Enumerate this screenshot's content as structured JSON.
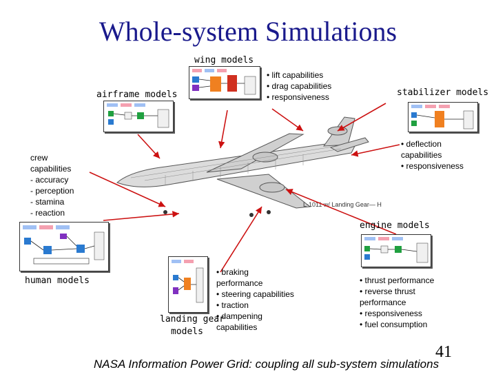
{
  "title": "Whole-system Simulations",
  "labels": {
    "wing": "wing models",
    "airframe": "airframe models",
    "stabilizer": "stabilizer models",
    "engine": "engine models",
    "human": "human models",
    "landing_line1": "landing gear",
    "landing_line2": "models"
  },
  "wing_notes": [
    "• lift capabilities",
    "• drag capabilities",
    "• responsiveness"
  ],
  "stabilizer_notes": [
    "• deflection",
    "capabilities",
    "• responsiveness"
  ],
  "crew_notes": [
    "crew",
    "capabilities",
    "- accuracy",
    "- perception",
    "- stamina",
    "- reaction"
  ],
  "gear_notes": [
    "• braking",
    "performance",
    "• steering capabilities",
    "• traction",
    "• dampening",
    "capabilities"
  ],
  "engine_notes": [
    "• thrust performance",
    "• reverse thrust",
    "performance",
    "• responsiveness",
    "• fuel consumption"
  ],
  "aircraft_caption": "L-1011 w/ Landing Gear— H",
  "footer": "NASA Information Power Grid: coupling all sub-system simulations",
  "page_number": "41",
  "colors": {
    "title": "#1a1a8c",
    "arrow": "#cc1111"
  }
}
